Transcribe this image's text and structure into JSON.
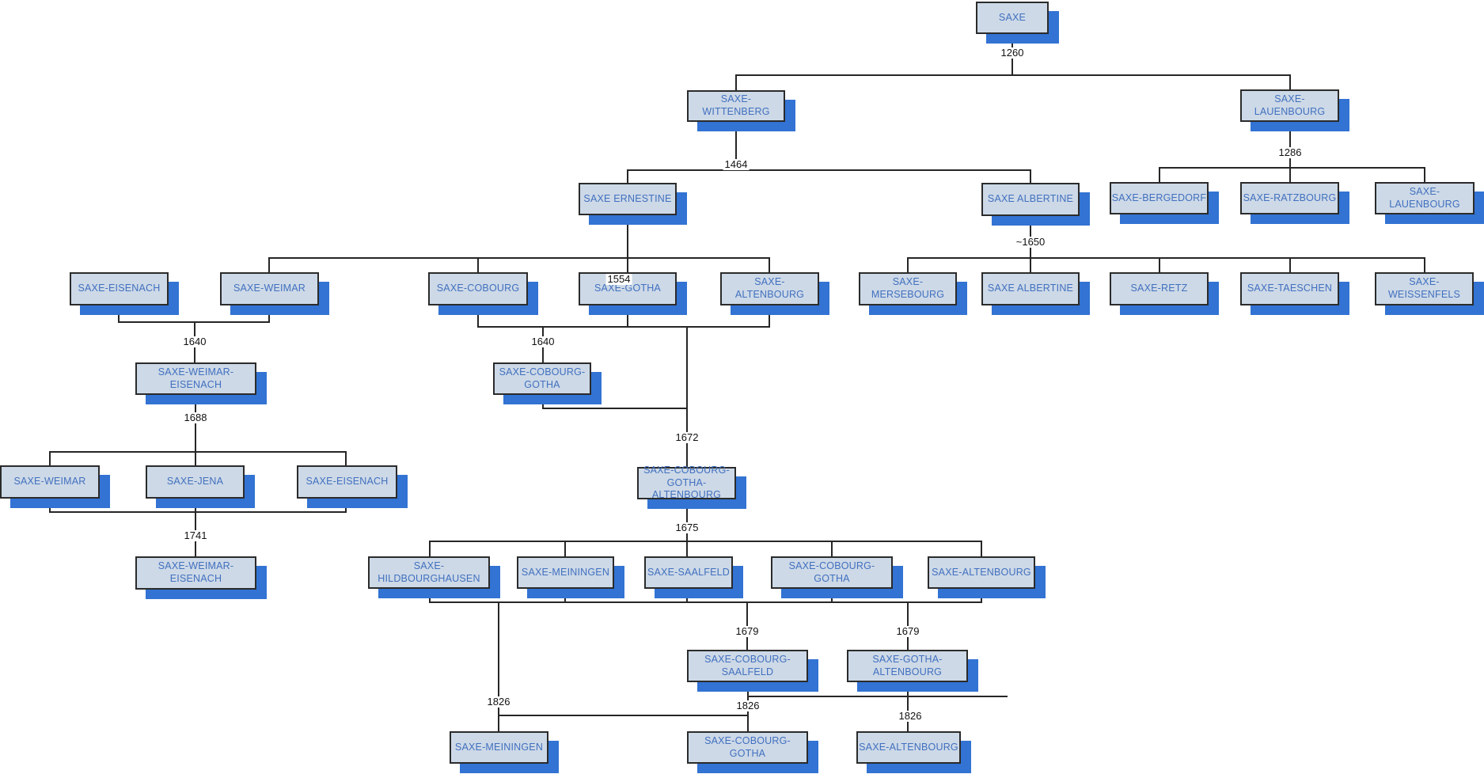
{
  "diagram": {
    "description": "Genealogy tree of the Saxon duchies (maisons de Saxe)",
    "colors": {
      "node_fill": "#cdd9e7",
      "node_border": "#2b2b2b",
      "node_text": "#4170bf",
      "node_shadow": "#3273d3",
      "connector_line": "#262626",
      "background": "#ffffff"
    }
  },
  "nodes": {
    "saxe": {
      "label": "SAXE"
    },
    "wittenberg": {
      "label": "SAXE-WITTENBERG"
    },
    "lauenbourg": {
      "label": "SAXE-LAUENBOURG"
    },
    "ernestine": {
      "label": "SAXE ERNESTINE"
    },
    "albertine": {
      "label": "SAXE ALBERTINE"
    },
    "bergedorf": {
      "label": "SAXE-BERGEDORF"
    },
    "ratzbourg": {
      "label": "SAXE-RATZBOURG"
    },
    "lauenbourg2": {
      "label": "SAXE-LAUENBOURG"
    },
    "eisenach": {
      "label": "SAXE-EISENACH"
    },
    "weimar": {
      "label": "SAXE-WEIMAR"
    },
    "cobourg": {
      "label": "SAXE-COBOURG"
    },
    "gotha": {
      "label": "SAXE-GOTHA"
    },
    "altenbourg": {
      "label": "SAXE-ALTENBOURG"
    },
    "mersebourg": {
      "label": "SAXE-MERSEBOURG"
    },
    "albertine2": {
      "label": "SAXE ALBERTINE"
    },
    "retz": {
      "label": "SAXE-RETZ"
    },
    "taeschen": {
      "label": "SAXE-TAESCHEN"
    },
    "weissenfels": {
      "label": "SAXE-WEISSENFELS"
    },
    "weimar_eisenach": {
      "label": "SAXE-WEIMAR-EISENACH"
    },
    "cobourg_gotha": {
      "label": "SAXE-COBOURG-GOTHA"
    },
    "weimar2": {
      "label": "SAXE-WEIMAR"
    },
    "jena": {
      "label": "SAXE-JENA"
    },
    "eisenach2": {
      "label": "SAXE-EISENACH"
    },
    "weimar_eisenach2": {
      "label": "SAXE-WEIMAR-EISENACH"
    },
    "cobourg_gotha_altenbourg": {
      "label": "SAXE-COBOURG-GOTHA-ALTENBOURG"
    },
    "hildbourghausen": {
      "label": "SAXE-HILDBOURGHAUSEN"
    },
    "meiningen": {
      "label": "SAXE-MEININGEN"
    },
    "saalfeld": {
      "label": "SAXE-SAALFELD"
    },
    "cobourg_gotha2": {
      "label": "SAXE-COBOURG-GOTHA"
    },
    "altenbourg2": {
      "label": "SAXE-ALTENBOURG"
    },
    "cobourg_saalfeld": {
      "label": "SAXE-COBOURG-SAALFELD"
    },
    "gotha_altenbourg": {
      "label": "SAXE-GOTHA-ALTENBOURG"
    },
    "meiningen2": {
      "label": "SAXE-MEININGEN"
    },
    "cobourg_gotha3": {
      "label": "SAXE-COBOURG-GOTHA"
    },
    "altenbourg3": {
      "label": "SAXE-ALTENBOURG"
    }
  },
  "dates": {
    "d1260": {
      "label": "1260"
    },
    "d1464": {
      "label": "1464"
    },
    "d1286": {
      "label": "1286"
    },
    "d1554": {
      "label": "1554"
    },
    "d1650": {
      "label": "~1650"
    },
    "d1640_weimar": {
      "label": "1640"
    },
    "d1640_gotha": {
      "label": "1640"
    },
    "d1688": {
      "label": "1688"
    },
    "d1741": {
      "label": "1741"
    },
    "d1672": {
      "label": "1672"
    },
    "d1675": {
      "label": "1675"
    },
    "d1679_saalfeld": {
      "label": "1679"
    },
    "d1679_altenbourg": {
      "label": "1679"
    },
    "d1826_meiningen": {
      "label": "1826"
    },
    "d1826_cobourg": {
      "label": "1826"
    },
    "d1826_altenbourg": {
      "label": "1826"
    }
  }
}
